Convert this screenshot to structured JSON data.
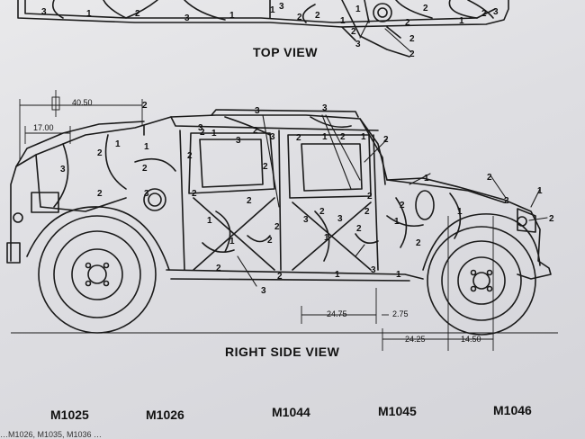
{
  "top_view": {
    "title": "TOP VIEW",
    "zone_labels": [
      "3",
      "1",
      "2",
      "3",
      "1",
      "1",
      "2",
      "1",
      "2",
      "3",
      "2",
      "2",
      "1",
      "2",
      "2",
      "3",
      "2",
      "1",
      "3",
      "2"
    ]
  },
  "side_view": {
    "title": "RIGHT SIDE VIEW",
    "zone_labels": [
      "2",
      "1",
      "2",
      "3",
      "1",
      "2",
      "3",
      "2",
      "3",
      "3",
      "2",
      "3",
      "3",
      "2",
      "1",
      "2",
      "1",
      "2",
      "2",
      "1",
      "2",
      "3",
      "1",
      "2",
      "2",
      "2",
      "1",
      "2",
      "2",
      "3",
      "2",
      "3",
      "1",
      "2",
      "1",
      "2",
      "2",
      "2",
      "1",
      "1",
      "2",
      "2",
      "2",
      "1",
      "2",
      "2",
      "3",
      "2",
      "1",
      "1",
      "3"
    ],
    "dimensions": [
      "40.50",
      "17.00",
      "24.75",
      "2.75",
      "24.25",
      "14.50"
    ]
  },
  "models": [
    "M1025",
    "M1026",
    "M1044",
    "M1045",
    "M1046"
  ],
  "footnote": "…M1026, M1035, M1036 …"
}
